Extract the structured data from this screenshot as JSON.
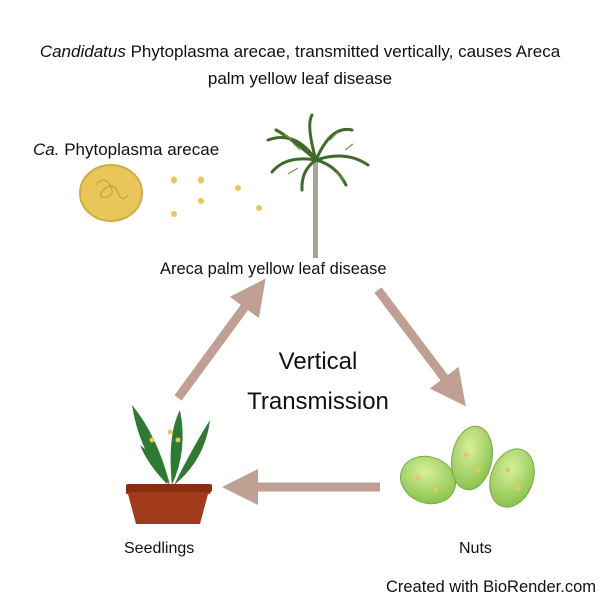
{
  "title": {
    "italic": "Candidatus",
    "rest_line1": " Phytoplasma arecae, transmitted vertically, causes Areca",
    "line2": "palm yellow leaf disease"
  },
  "pathogen_label": {
    "italic": "Ca.",
    "rest": " Phytoplasma arecae"
  },
  "palm_label": "Areca palm yellow leaf disease",
  "center_label": {
    "line1": "Vertical",
    "line2": "Transmission"
  },
  "seedlings_label": "Seedlings",
  "nuts_label": "Nuts",
  "credit": "Created with BioRender.com",
  "colors": {
    "arrow": "#bfa092",
    "phytoplasma": "#e8c65a",
    "nut": "#a8d86a",
    "pot": "#a03a1a"
  }
}
